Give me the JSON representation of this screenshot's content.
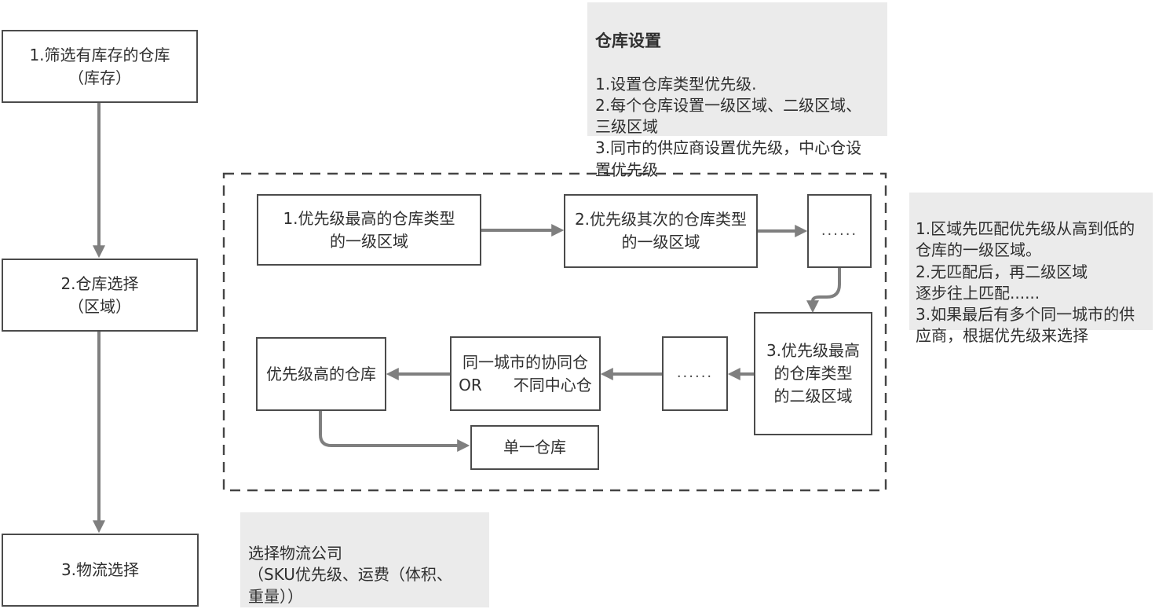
{
  "left_flow": {
    "step1": "1.筛选有库存的仓库\n（库存）",
    "step2": "2.仓库选择\n（区域）",
    "step3": "3.物流选择"
  },
  "warehouse_setup_note": {
    "title": "仓库设置",
    "body": "1.设置仓库类型优先级.\n2.每个仓库设置一级区域、二级区域、\n三级区域\n3.同市的供应商设置优先级，中心仓设\n置优先级"
  },
  "region_matching_note": {
    "body": "1.区域先匹配优先级从高到低的\n仓库的一级区域。\n2.无匹配后，再二级区域\n逐步往上匹配......\n3.如果最后有多个同一城市的供\n应商，根据优先级来选择"
  },
  "logistics_note": {
    "body": "选择物流公司\n（SKU优先级、运费（体积、\n重量））"
  },
  "selection_flow": {
    "top_priority_level1": "1.优先级最高的仓库类型\n的一级区域",
    "second_priority_level1": "2.优先级其次的仓库类型\n的一级区域",
    "ellipsis_top": "......",
    "top_priority_level2": "3.优先级最高\n的仓库类型\n的二级区域",
    "ellipsis_mid": "......",
    "same_city_collab": "同一城市的协同仓\nOR　　不同中心仓",
    "high_priority_warehouse": "优先级高的仓库",
    "single_warehouse": "单一仓库"
  },
  "colors": {
    "arrow": "#7f7f7f",
    "box_border": "#4b4b4b",
    "dashed_border": "#454545",
    "note_background": "#ebebeb",
    "text": "#2f2f2f"
  }
}
